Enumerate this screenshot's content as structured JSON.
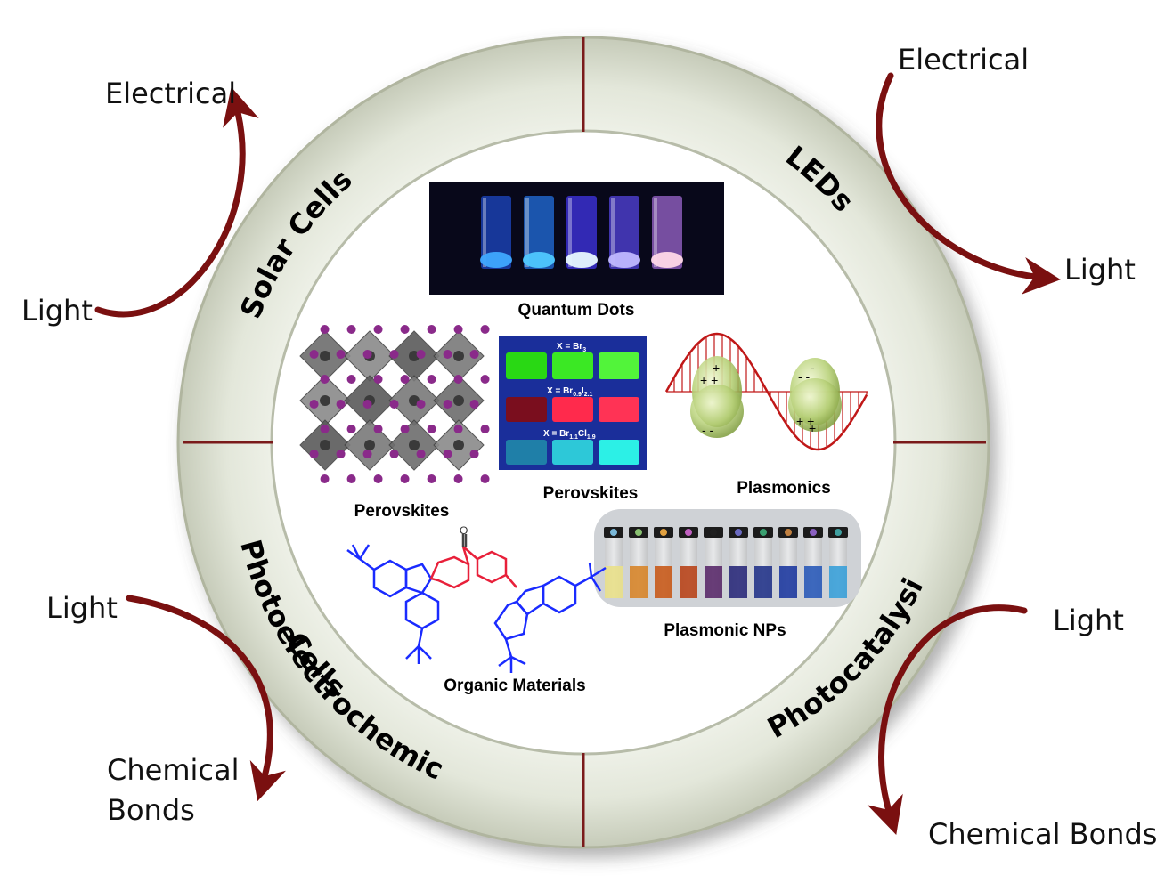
{
  "segments": {
    "solar": "Solar Cells",
    "leds": "LEDs",
    "photocatalysis": "Photocatalysis",
    "pec_line1": "Photoelectrochemical",
    "pec_line2": "Cells"
  },
  "outer": {
    "solar_out": "Electrical",
    "solar_in": "Light",
    "led_in": "Electrical",
    "led_out": "Light",
    "pec_in": "Light",
    "pec_out_line1": "Chemical",
    "pec_out_line2": "Bonds",
    "cat_in": "Light",
    "cat_out": "Chemical Bonds"
  },
  "inner": {
    "quantum_dots": "Quantum Dots",
    "perovskites_structure": "Perovskites",
    "perovskites_films": "Perovskites",
    "plasmonics": "Plasmonics",
    "plasmonic_nps": "Plasmonic NPs",
    "organic_materials": "Organic Materials"
  },
  "film_labels": {
    "row1": "X = Br",
    "row1_sub": "3",
    "row2": "X = Br",
    "row2_sub": "0.9",
    "row2_mid": "I",
    "row2_sub2": "2.1",
    "row3": "X = Br",
    "row3_sub": "1.1",
    "row3_mid": "Cl",
    "row3_sub2": "1.9"
  },
  "colors": {
    "arrow": "#7a1010",
    "ring_outer": "#e9ece2",
    "ring_inner": "#c9cfbc",
    "divider": "#7a1a1a"
  }
}
